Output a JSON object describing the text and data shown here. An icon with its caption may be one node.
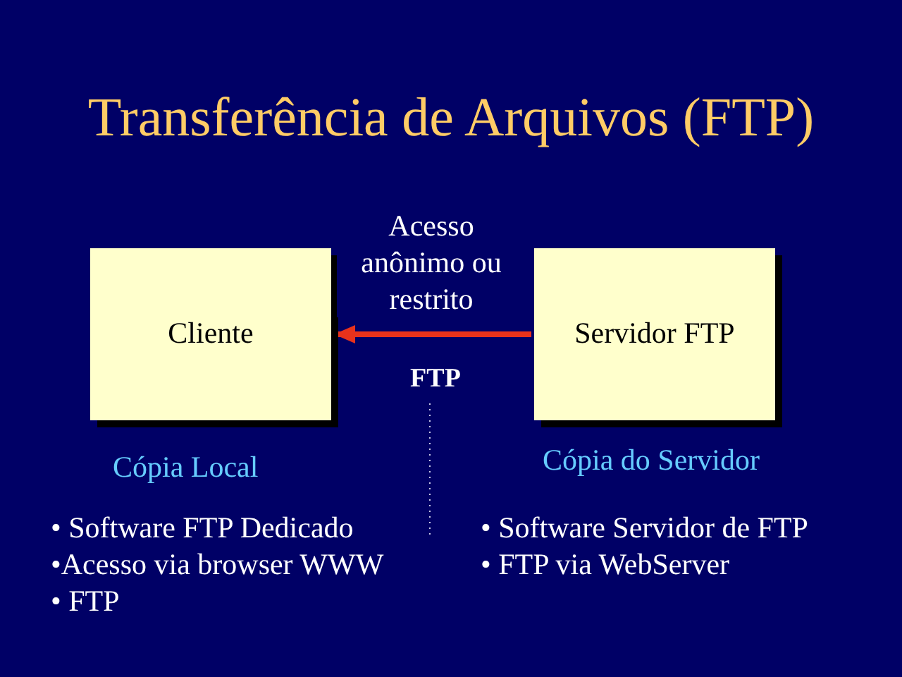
{
  "diagram": {
    "title": "Transferência de Arquivos (FTP)",
    "nodes": [
      {
        "text": [
          "Cliente"
        ]
      },
      {
        "text": [
          "Servidor FTP"
        ]
      }
    ],
    "edges": [
      {
        "from": 1,
        "to": 0,
        "arrow": "to",
        "label": "Acesso anônimo ou restrito",
        "color": "#e8321c"
      }
    ],
    "labels": [
      "FTP",
      "Cópia Local",
      "• Software FTP Dedicado",
      "•Acesso via browser WWW",
      "• FTP",
      "Cópia do Servidor",
      "• Software Servidor de FTP",
      "• FTP via WebServer"
    ]
  }
}
